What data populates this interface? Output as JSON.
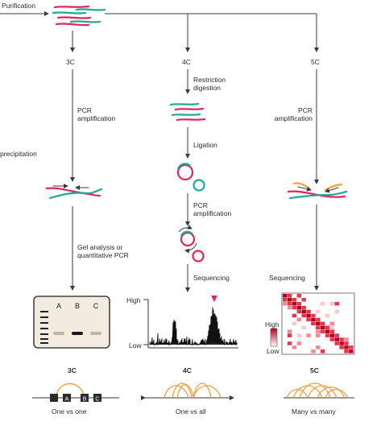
{
  "labels": {
    "purification": "Purification",
    "precipitation": "precipitation",
    "col_3c": "3C",
    "col_4c": "4C",
    "col_5c": "5C",
    "pcr_amplification_3c": "PCR\namplification",
    "restriction_digestion": "Restriction\ndigestion",
    "pcr_amplification_5c": "PCR\namplification",
    "ligation": "Ligation",
    "pcr_amplification_4c": "PCR\namplification",
    "gel_analysis": "Gel analysis or\nquantitative PCR",
    "sequencing_4c": "Sequencing",
    "sequencing_5c": "Sequencing"
  },
  "gel": {
    "lanes": [
      "A",
      "B",
      "C"
    ]
  },
  "plot_4c": {
    "high": "High",
    "low": "Low"
  },
  "heatmap_5c": {
    "high": "High",
    "low": "Low"
  },
  "bottom": {
    "title_3c": "3C",
    "title_4c": "4C",
    "title_5c": "5C",
    "segments_3c": [
      "A",
      "B",
      "C"
    ],
    "caption_3c": "One vs one",
    "caption_4c": "One vs all",
    "caption_5c": "Many vs many"
  },
  "colors": {
    "pink": "#e0245e",
    "teal": "#1aa99a",
    "orange": "#f2a040",
    "arrow": "#3a3a3a"
  }
}
